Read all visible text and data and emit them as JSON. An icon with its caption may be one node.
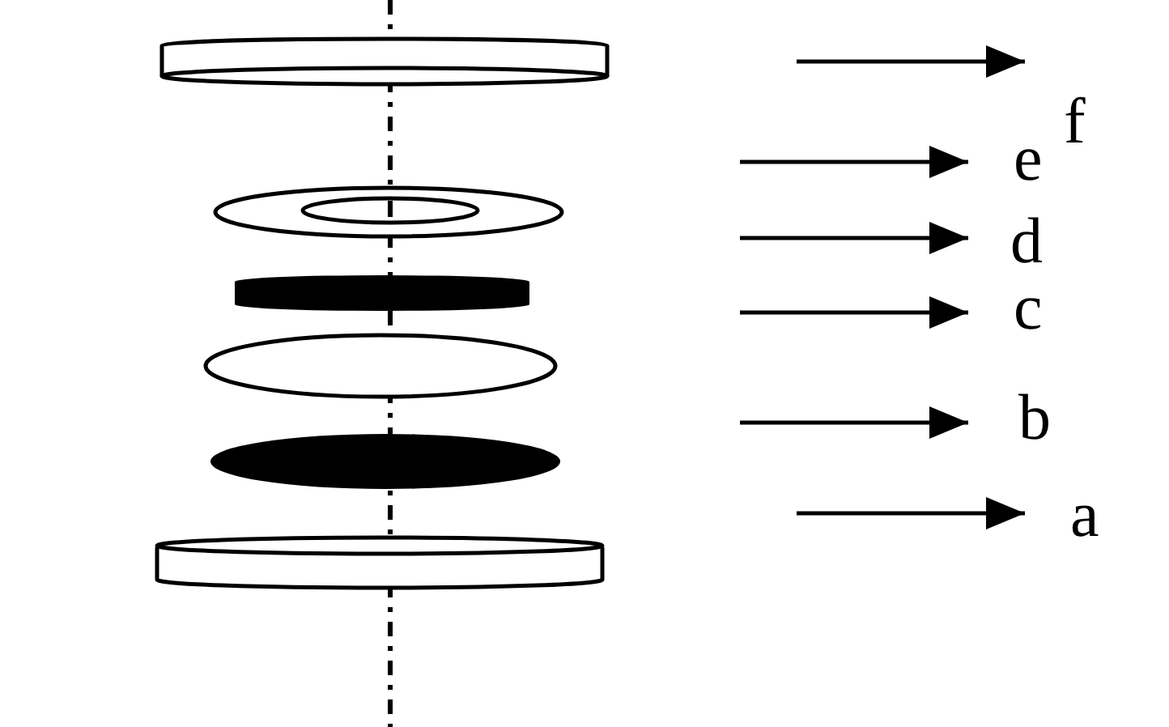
{
  "diagram": {
    "nodes": [
      {
        "text": [
          "f"
        ]
      },
      {
        "text": [
          "e"
        ]
      },
      {
        "text": [
          "d"
        ]
      },
      {
        "text": [
          "c"
        ]
      },
      {
        "text": [
          "b"
        ]
      },
      {
        "text": [
          "a"
        ]
      }
    ],
    "edges": [
      {
        "from": null,
        "to": 0,
        "arrow": "to"
      },
      {
        "from": null,
        "to": 1,
        "arrow": "to"
      },
      {
        "from": null,
        "to": 2,
        "arrow": "to"
      },
      {
        "from": null,
        "to": 3,
        "arrow": "to"
      },
      {
        "from": null,
        "to": 4,
        "arrow": "to"
      },
      {
        "from": null,
        "to": 5,
        "arrow": "to"
      }
    ]
  }
}
